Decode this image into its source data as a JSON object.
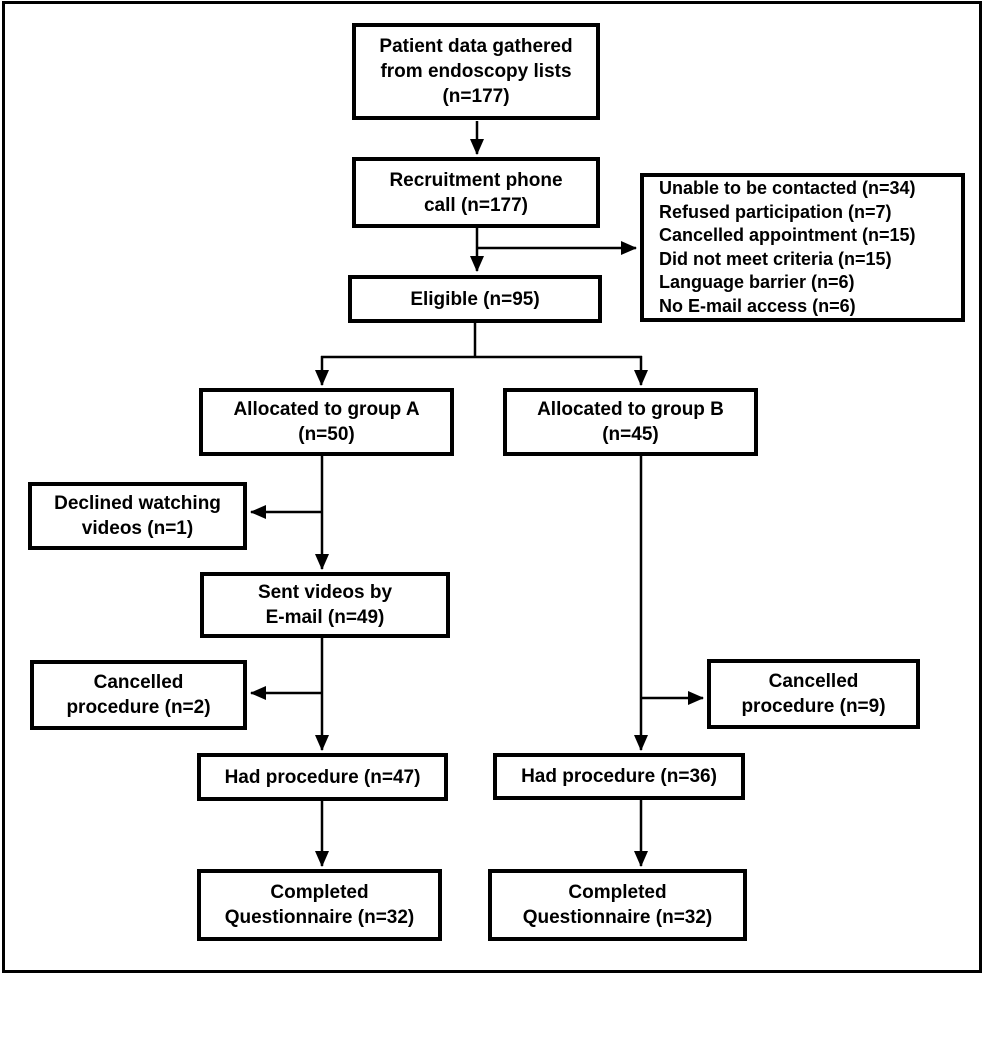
{
  "diagram": {
    "type": "flowchart",
    "colors": {
      "box_border": "#000000",
      "box_fill": "#ffffff",
      "text": "#000000",
      "line": "#000000",
      "background": "#ffffff"
    },
    "nodes": {
      "patient_data": {
        "label": "Patient data gathered\nfrom endoscopy lists\n(n=177)",
        "n": 177
      },
      "recruitment": {
        "label": "Recruitment phone\ncall (n=177)",
        "n": 177
      },
      "exclusions": {
        "label": "Unable to be contacted (n=34)\nRefused participation (n=7)\nCancelled appointment (n=15)\nDid not meet criteria (n=15)\nLanguage barrier (n=6)\nNo E-mail access (n=6)",
        "items": [
          {
            "reason": "Unable to be contacted",
            "n": 34
          },
          {
            "reason": "Refused participation",
            "n": 7
          },
          {
            "reason": "Cancelled appointment",
            "n": 15
          },
          {
            "reason": "Did not meet criteria",
            "n": 15
          },
          {
            "reason": "Language barrier",
            "n": 6
          },
          {
            "reason": "No E-mail access",
            "n": 6
          }
        ]
      },
      "eligible": {
        "label": "Eligible (n=95)",
        "n": 95
      },
      "group_a": {
        "label": "Allocated to group A\n(n=50)",
        "n": 50
      },
      "group_b": {
        "label": "Allocated to group B\n(n=45)",
        "n": 45
      },
      "declined_videos": {
        "label": "Declined watching\nvideos (n=1)",
        "n": 1
      },
      "sent_videos": {
        "label": "Sent videos by\nE-mail (n=49)",
        "n": 49
      },
      "cancelled_a": {
        "label": "Cancelled\nprocedure (n=2)",
        "n": 2
      },
      "had_procedure_a": {
        "label": "Had procedure (n=47)",
        "n": 47
      },
      "cancelled_b": {
        "label": "Cancelled\nprocedure (n=9)",
        "n": 9
      },
      "had_procedure_b": {
        "label": "Had procedure (n=36)",
        "n": 36
      },
      "completed_a": {
        "label": "Completed\nQuestionnaire (n=32)",
        "n": 32
      },
      "completed_b": {
        "label": "Completed\nQuestionnaire (n=32)",
        "n": 32
      }
    },
    "edges": [
      {
        "from": "patient_data",
        "to": "recruitment"
      },
      {
        "from": "recruitment",
        "to": "eligible"
      },
      {
        "from": "recruitment",
        "to": "exclusions"
      },
      {
        "from": "eligible",
        "to": "group_a"
      },
      {
        "from": "eligible",
        "to": "group_b"
      },
      {
        "from": "group_a",
        "to": "declined_videos"
      },
      {
        "from": "group_a",
        "to": "sent_videos"
      },
      {
        "from": "sent_videos",
        "to": "cancelled_a"
      },
      {
        "from": "sent_videos",
        "to": "had_procedure_a"
      },
      {
        "from": "had_procedure_a",
        "to": "completed_a"
      },
      {
        "from": "group_b",
        "to": "cancelled_b"
      },
      {
        "from": "group_b",
        "to": "had_procedure_b"
      },
      {
        "from": "had_procedure_b",
        "to": "completed_b"
      }
    ]
  }
}
